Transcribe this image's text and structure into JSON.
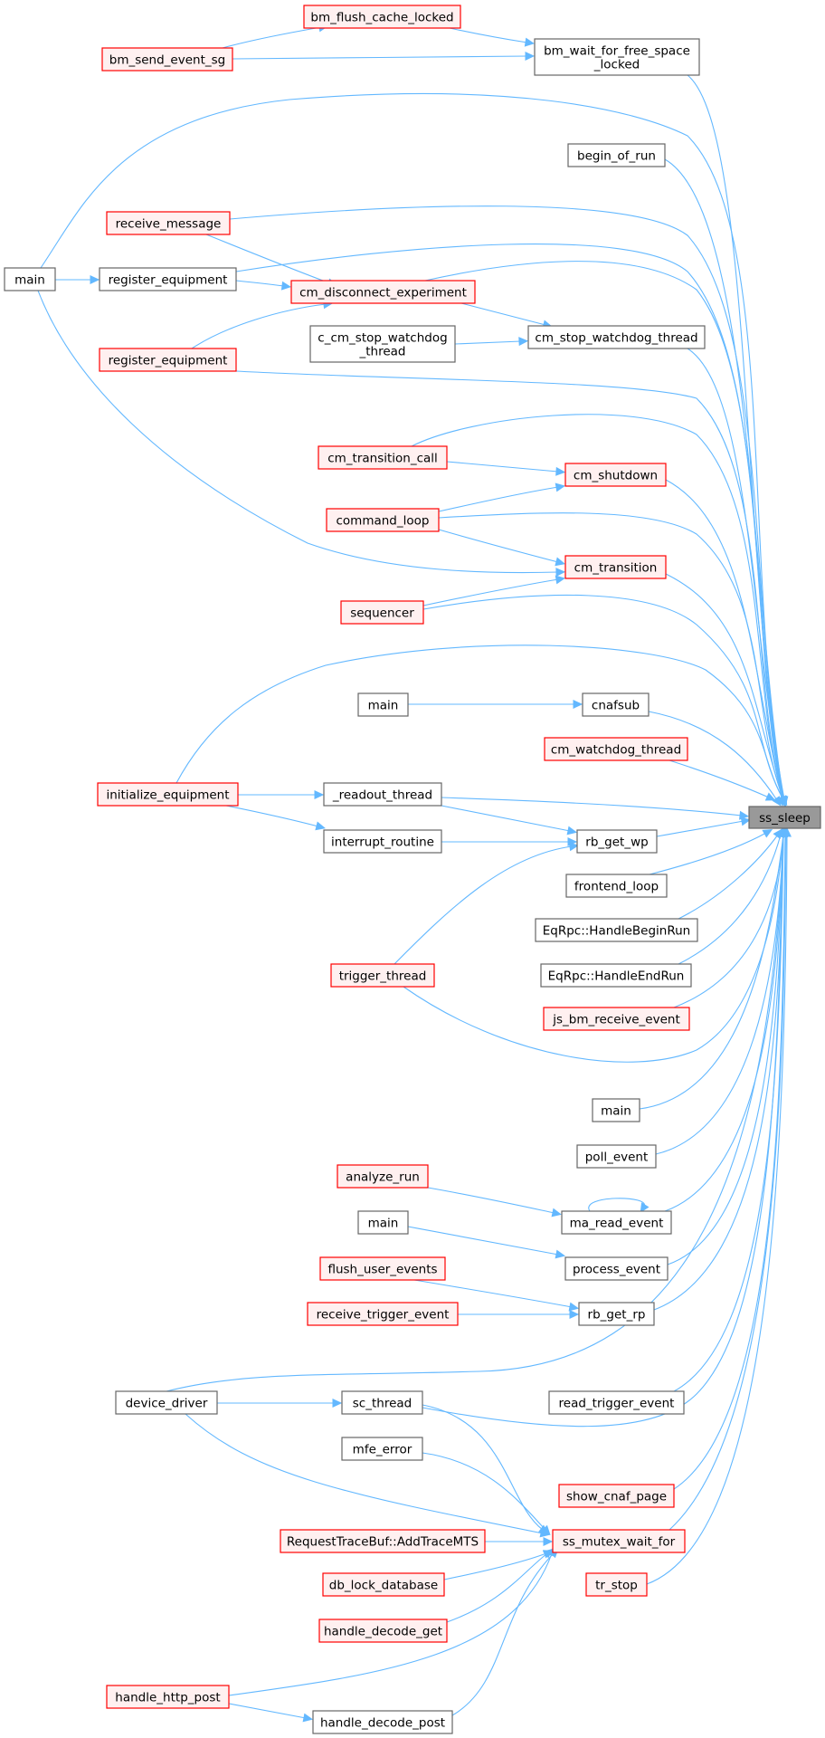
{
  "colors": {
    "edge": "#63b8ff",
    "node_default_border": "#666666",
    "node_default_fill": "#ffffff",
    "node_highlight_border": "#ff0000",
    "node_highlight_fill": "#fff0f0",
    "root_fill": "#999999",
    "root_border": "#666666"
  },
  "nodes": [
    {
      "id": "ss_sleep",
      "lines": [
        "ss_sleep"
      ],
      "style": "root"
    },
    {
      "id": "bm_flush_cache_locked",
      "lines": [
        "bm_flush_cache_locked"
      ],
      "style": "red"
    },
    {
      "id": "bm_send_event_sg",
      "lines": [
        "bm_send_event_sg"
      ],
      "style": "red"
    },
    {
      "id": "bm_wait_for_free_space_locked",
      "lines": [
        "bm_wait_for_free_space",
        "_locked"
      ],
      "style": "default"
    },
    {
      "id": "begin_of_run",
      "lines": [
        "begin_of_run"
      ],
      "style": "default"
    },
    {
      "id": "receive_message",
      "lines": [
        "receive_message"
      ],
      "style": "red"
    },
    {
      "id": "main_a",
      "lines": [
        "main"
      ],
      "style": "default"
    },
    {
      "id": "register_equipment_a",
      "lines": [
        "register_equipment"
      ],
      "style": "default"
    },
    {
      "id": "cm_disconnect_experiment",
      "lines": [
        "cm_disconnect_experiment"
      ],
      "style": "red"
    },
    {
      "id": "c_cm_stop_watchdog_thread",
      "lines": [
        "c_cm_stop_watchdog",
        "_thread"
      ],
      "style": "default"
    },
    {
      "id": "cm_stop_watchdog_thread",
      "lines": [
        "cm_stop_watchdog_thread"
      ],
      "style": "default"
    },
    {
      "id": "register_equipment_b",
      "lines": [
        "register_equipment"
      ],
      "style": "red"
    },
    {
      "id": "cm_transition_call",
      "lines": [
        "cm_transition_call"
      ],
      "style": "red"
    },
    {
      "id": "cm_shutdown",
      "lines": [
        "cm_shutdown"
      ],
      "style": "red"
    },
    {
      "id": "command_loop",
      "lines": [
        "command_loop"
      ],
      "style": "red"
    },
    {
      "id": "cm_transition",
      "lines": [
        "cm_transition"
      ],
      "style": "red"
    },
    {
      "id": "sequencer",
      "lines": [
        "sequencer"
      ],
      "style": "red"
    },
    {
      "id": "main_b",
      "lines": [
        "main"
      ],
      "style": "default"
    },
    {
      "id": "cnafsub",
      "lines": [
        "cnafsub"
      ],
      "style": "default"
    },
    {
      "id": "cm_watchdog_thread",
      "lines": [
        "cm_watchdog_thread"
      ],
      "style": "red"
    },
    {
      "id": "initialize_equipment",
      "lines": [
        "initialize_equipment"
      ],
      "style": "red"
    },
    {
      "id": "_readout_thread",
      "lines": [
        "_readout_thread"
      ],
      "style": "default"
    },
    {
      "id": "interrupt_routine",
      "lines": [
        "interrupt_routine"
      ],
      "style": "default"
    },
    {
      "id": "rb_get_wp",
      "lines": [
        "rb_get_wp"
      ],
      "style": "default"
    },
    {
      "id": "frontend_loop",
      "lines": [
        "frontend_loop"
      ],
      "style": "default"
    },
    {
      "id": "HandleBeginRun",
      "lines": [
        "EqRpc::HandleBeginRun"
      ],
      "style": "default"
    },
    {
      "id": "HandleEndRun",
      "lines": [
        "EqRpc::HandleEndRun"
      ],
      "style": "default"
    },
    {
      "id": "trigger_thread",
      "lines": [
        "trigger_thread"
      ],
      "style": "red"
    },
    {
      "id": "js_bm_receive_event",
      "lines": [
        "js_bm_receive_event"
      ],
      "style": "red"
    },
    {
      "id": "main_c",
      "lines": [
        "main"
      ],
      "style": "default"
    },
    {
      "id": "poll_event",
      "lines": [
        "poll_event"
      ],
      "style": "default"
    },
    {
      "id": "analyze_run",
      "lines": [
        "analyze_run"
      ],
      "style": "red"
    },
    {
      "id": "ma_read_event",
      "lines": [
        "ma_read_event"
      ],
      "style": "default"
    },
    {
      "id": "main_d",
      "lines": [
        "main"
      ],
      "style": "default"
    },
    {
      "id": "process_event",
      "lines": [
        "process_event"
      ],
      "style": "default"
    },
    {
      "id": "flush_user_events",
      "lines": [
        "flush_user_events"
      ],
      "style": "red"
    },
    {
      "id": "receive_trigger_event",
      "lines": [
        "receive_trigger_event"
      ],
      "style": "red"
    },
    {
      "id": "rb_get_rp",
      "lines": [
        "rb_get_rp"
      ],
      "style": "default"
    },
    {
      "id": "device_driver",
      "lines": [
        "device_driver"
      ],
      "style": "default"
    },
    {
      "id": "sc_thread",
      "lines": [
        "sc_thread"
      ],
      "style": "default"
    },
    {
      "id": "read_trigger_event",
      "lines": [
        "read_trigger_event"
      ],
      "style": "default"
    },
    {
      "id": "mfe_error",
      "lines": [
        "mfe_error"
      ],
      "style": "default"
    },
    {
      "id": "show_cnaf_page",
      "lines": [
        "show_cnaf_page"
      ],
      "style": "red"
    },
    {
      "id": "AddTraceMTS",
      "lines": [
        "RequestTraceBuf::AddTraceMTS"
      ],
      "style": "red"
    },
    {
      "id": "ss_mutex_wait_for",
      "lines": [
        "ss_mutex_wait_for"
      ],
      "style": "red"
    },
    {
      "id": "db_lock_database",
      "lines": [
        "db_lock_database"
      ],
      "style": "red"
    },
    {
      "id": "tr_stop",
      "lines": [
        "tr_stop"
      ],
      "style": "red"
    },
    {
      "id": "handle_decode_get",
      "lines": [
        "handle_decode_get"
      ],
      "style": "red"
    },
    {
      "id": "handle_http_post",
      "lines": [
        "handle_http_post"
      ],
      "style": "red"
    },
    {
      "id": "handle_decode_post",
      "lines": [
        "handle_decode_post"
      ],
      "style": "default"
    }
  ],
  "edges": [
    [
      "bm_flush_cache_locked",
      "bm_wait_for_free_space_locked"
    ],
    [
      "bm_send_event_sg",
      "bm_flush_cache_locked"
    ],
    [
      "bm_send_event_sg",
      "bm_wait_for_free_space_locked"
    ],
    [
      "bm_wait_for_free_space_locked",
      "ss_sleep"
    ],
    [
      "main_a",
      "ss_sleep"
    ],
    [
      "begin_of_run",
      "ss_sleep"
    ],
    [
      "receive_message",
      "ss_sleep"
    ],
    [
      "receive_message",
      "cm_disconnect_experiment"
    ],
    [
      "main_a",
      "register_equipment_a"
    ],
    [
      "register_equipment_a",
      "ss_sleep"
    ],
    [
      "register_equipment_a",
      "cm_disconnect_experiment"
    ],
    [
      "register_equipment_b",
      "cm_disconnect_experiment"
    ],
    [
      "cm_disconnect_experiment",
      "ss_sleep"
    ],
    [
      "cm_disconnect_experiment",
      "cm_stop_watchdog_thread"
    ],
    [
      "c_cm_stop_watchdog_thread",
      "cm_stop_watchdog_thread"
    ],
    [
      "cm_stop_watchdog_thread",
      "ss_sleep"
    ],
    [
      "register_equipment_b",
      "ss_sleep"
    ],
    [
      "cm_transition_call",
      "ss_sleep"
    ],
    [
      "cm_transition_call",
      "cm_shutdown"
    ],
    [
      "command_loop",
      "cm_shutdown"
    ],
    [
      "cm_shutdown",
      "ss_sleep"
    ],
    [
      "command_loop",
      "ss_sleep"
    ],
    [
      "main_a",
      "cm_transition"
    ],
    [
      "command_loop",
      "cm_transition"
    ],
    [
      "sequencer",
      "cm_transition"
    ],
    [
      "cm_transition",
      "ss_sleep"
    ],
    [
      "sequencer",
      "ss_sleep"
    ],
    [
      "initialize_equipment",
      "ss_sleep"
    ],
    [
      "main_b",
      "cnafsub"
    ],
    [
      "cnafsub",
      "ss_sleep"
    ],
    [
      "cm_watchdog_thread",
      "ss_sleep"
    ],
    [
      "initialize_equipment",
      "_readout_thread"
    ],
    [
      "initialize_equipment",
      "interrupt_routine"
    ],
    [
      "_readout_thread",
      "ss_sleep"
    ],
    [
      "_readout_thread",
      "rb_get_wp"
    ],
    [
      "interrupt_routine",
      "rb_get_wp"
    ],
    [
      "trigger_thread",
      "rb_get_wp"
    ],
    [
      "rb_get_wp",
      "ss_sleep"
    ],
    [
      "frontend_loop",
      "ss_sleep"
    ],
    [
      "HandleBeginRun",
      "ss_sleep"
    ],
    [
      "HandleEndRun",
      "ss_sleep"
    ],
    [
      "trigger_thread",
      "ss_sleep"
    ],
    [
      "js_bm_receive_event",
      "ss_sleep"
    ],
    [
      "main_c",
      "ss_sleep"
    ],
    [
      "poll_event",
      "ss_sleep"
    ],
    [
      "analyze_run",
      "ma_read_event"
    ],
    [
      "ma_read_event",
      "ma_read_event"
    ],
    [
      "ma_read_event",
      "ss_sleep"
    ],
    [
      "main_d",
      "process_event"
    ],
    [
      "process_event",
      "ss_sleep"
    ],
    [
      "flush_user_events",
      "rb_get_rp"
    ],
    [
      "receive_trigger_event",
      "rb_get_rp"
    ],
    [
      "rb_get_rp",
      "ss_sleep"
    ],
    [
      "device_driver",
      "ss_sleep"
    ],
    [
      "device_driver",
      "sc_thread"
    ],
    [
      "device_driver",
      "ss_mutex_wait_for"
    ],
    [
      "sc_thread",
      "ss_sleep"
    ],
    [
      "sc_thread",
      "ss_mutex_wait_for"
    ],
    [
      "read_trigger_event",
      "ss_sleep"
    ],
    [
      "mfe_error",
      "ss_mutex_wait_for"
    ],
    [
      "show_cnaf_page",
      "ss_sleep"
    ],
    [
      "AddTraceMTS",
      "ss_mutex_wait_for"
    ],
    [
      "ss_mutex_wait_for",
      "ss_sleep"
    ],
    [
      "db_lock_database",
      "ss_mutex_wait_for"
    ],
    [
      "tr_stop",
      "ss_sleep"
    ],
    [
      "handle_decode_get",
      "ss_mutex_wait_for"
    ],
    [
      "handle_http_post",
      "ss_mutex_wait_for"
    ],
    [
      "handle_http_post",
      "handle_decode_post"
    ],
    [
      "handle_decode_post",
      "ss_mutex_wait_for"
    ]
  ]
}
